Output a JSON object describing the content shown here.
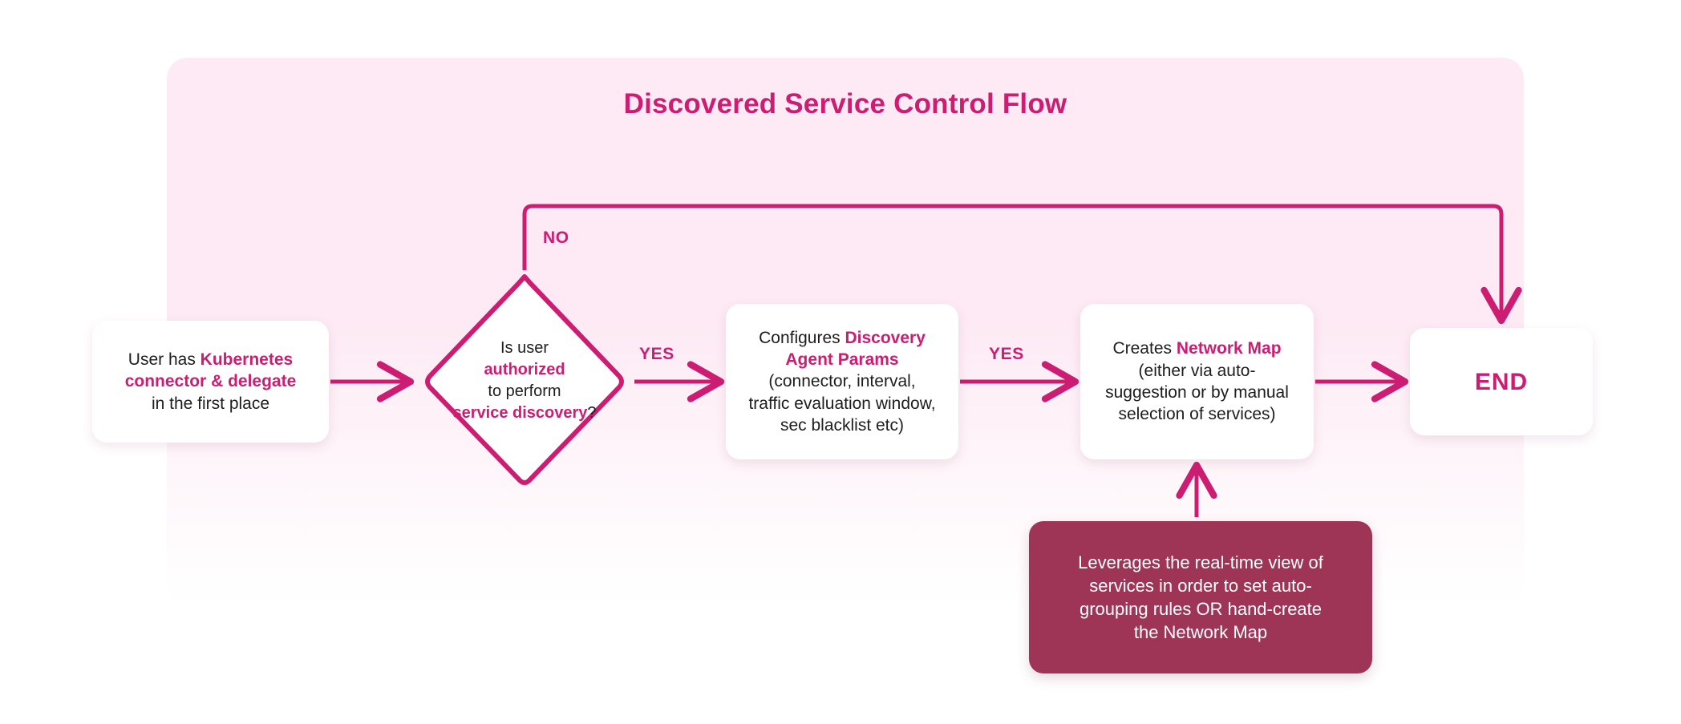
{
  "page": {
    "title": "Discovered Service Control Flow",
    "background": "#ffffff"
  },
  "theme": {
    "accent": "#cc1d72",
    "panel_fill": "#fdeaf4",
    "node_fill": "#ffffff",
    "note_fill": "#9e3456",
    "text": "#1d1d1d",
    "note_text": "#ffffff"
  },
  "diagram": {
    "type": "flowchart",
    "orientation": "left-to-right",
    "nodes": [
      {
        "id": "start",
        "shape": "rounded-rect",
        "lines": [
          {
            "parts": [
              {
                "t": "User has ",
                "hl": false
              },
              {
                "t": "Kubernetes",
                "hl": true
              }
            ]
          },
          {
            "parts": [
              {
                "t": "connector & delegate",
                "hl": true
              }
            ]
          },
          {
            "parts": [
              {
                "t": "in the first place",
                "hl": false
              }
            ]
          }
        ]
      },
      {
        "id": "decision",
        "shape": "diamond",
        "lines": [
          {
            "parts": [
              {
                "t": "Is user",
                "hl": false
              }
            ]
          },
          {
            "parts": [
              {
                "t": "authorized",
                "hl": true
              }
            ]
          },
          {
            "parts": [
              {
                "t": "to perform",
                "hl": false
              }
            ]
          },
          {
            "parts": [
              {
                "t": "service discovery",
                "hl": true
              },
              {
                "t": "?",
                "hl": false
              }
            ]
          }
        ]
      },
      {
        "id": "params",
        "shape": "rounded-rect",
        "lines": [
          {
            "parts": [
              {
                "t": "Configures ",
                "hl": false
              },
              {
                "t": "Discovery",
                "hl": true
              }
            ]
          },
          {
            "parts": [
              {
                "t": "Agent Params",
                "hl": true
              }
            ]
          },
          {
            "parts": [
              {
                "t": "(connector, interval,",
                "hl": false
              }
            ]
          },
          {
            "parts": [
              {
                "t": "traffic evaluation window,",
                "hl": false
              }
            ]
          },
          {
            "parts": [
              {
                "t": "sec blacklist etc)",
                "hl": false
              }
            ]
          }
        ]
      },
      {
        "id": "netmap",
        "shape": "rounded-rect",
        "lines": [
          {
            "parts": [
              {
                "t": "Creates ",
                "hl": false
              },
              {
                "t": "Network Map",
                "hl": true
              }
            ]
          },
          {
            "parts": [
              {
                "t": "(either via auto-",
                "hl": false
              }
            ]
          },
          {
            "parts": [
              {
                "t": "suggestion or by manual",
                "hl": false
              }
            ]
          },
          {
            "parts": [
              {
                "t": "selection of services)",
                "hl": false
              }
            ]
          }
        ]
      },
      {
        "id": "end",
        "shape": "rounded-rect",
        "label": "END"
      },
      {
        "id": "note",
        "shape": "rounded-rect-filled",
        "lines": [
          {
            "parts": [
              {
                "t": "Leverages the real-time view of",
                "hl": false
              }
            ]
          },
          {
            "parts": [
              {
                "t": "services in order to set auto-",
                "hl": false
              }
            ]
          },
          {
            "parts": [
              {
                "t": "grouping rules OR hand-create",
                "hl": false
              }
            ]
          },
          {
            "parts": [
              {
                "t": "the Network Map",
                "hl": false
              }
            ]
          }
        ]
      }
    ],
    "edges": [
      {
        "id": "start-to-decision",
        "from": "start",
        "to": "decision",
        "label": ""
      },
      {
        "id": "decision-to-params",
        "from": "decision",
        "to": "params",
        "label": "YES"
      },
      {
        "id": "params-to-netmap",
        "from": "params",
        "to": "netmap",
        "label": "YES"
      },
      {
        "id": "netmap-to-end",
        "from": "netmap",
        "to": "end",
        "label": ""
      },
      {
        "id": "decision-to-end",
        "from": "decision",
        "to": "end",
        "label": "NO"
      },
      {
        "id": "note-to-netmap",
        "from": "note",
        "to": "netmap",
        "label": ""
      }
    ]
  }
}
